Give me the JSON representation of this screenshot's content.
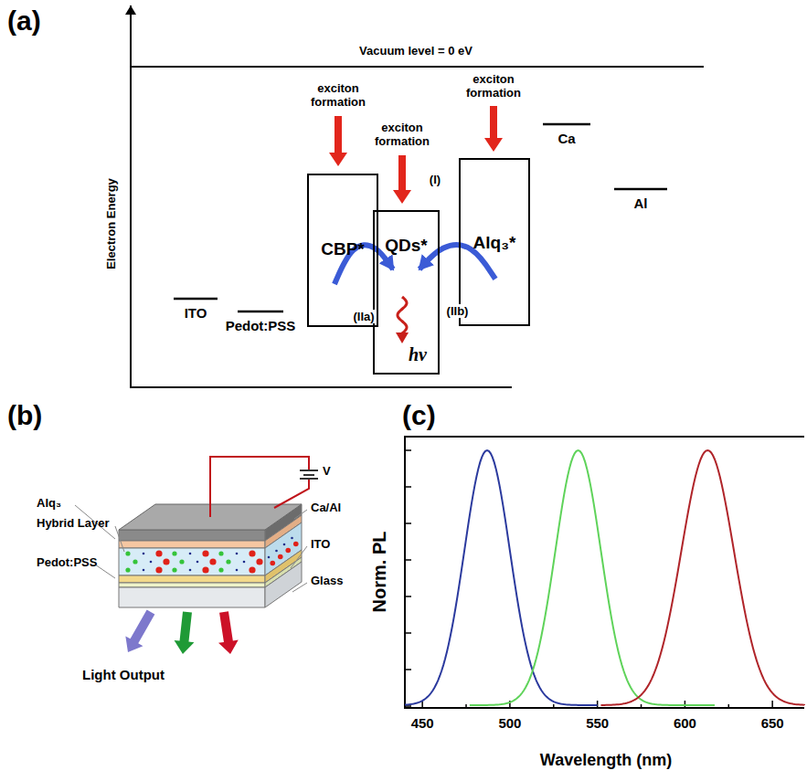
{
  "diagram": {
    "nodes": [
      {
        "text": [
          "CBP*"
        ]
      },
      {
        "text": [
          "QDs*"
        ]
      },
      {
        "text": [
          "Alq₃*"
        ]
      }
    ],
    "edges": [
      {
        "from": 0,
        "to": 1,
        "arrow": "to",
        "label": "(IIa)"
      },
      {
        "from": 2,
        "to": 1,
        "arrow": "to",
        "label": "(IIb)"
      }
    ],
    "labels": [
      "(a)",
      "Vacuum level = 0 eV",
      "Electron Energy",
      "exciton formation",
      "exciton formation",
      "exciton formation",
      "(I)",
      "Ca",
      "Al",
      "ITO",
      "Pedot:PSS",
      "hν",
      "(b)",
      "Alq₃",
      "Hybrid Layer",
      "Pedot:PSS",
      "Ca/Al",
      "ITO",
      "Glass",
      "V",
      "Light Output",
      "(c)",
      "Norm. PL",
      "Wavelength (nm)",
      "450",
      "500",
      "550",
      "600",
      "650"
    ]
  }
}
